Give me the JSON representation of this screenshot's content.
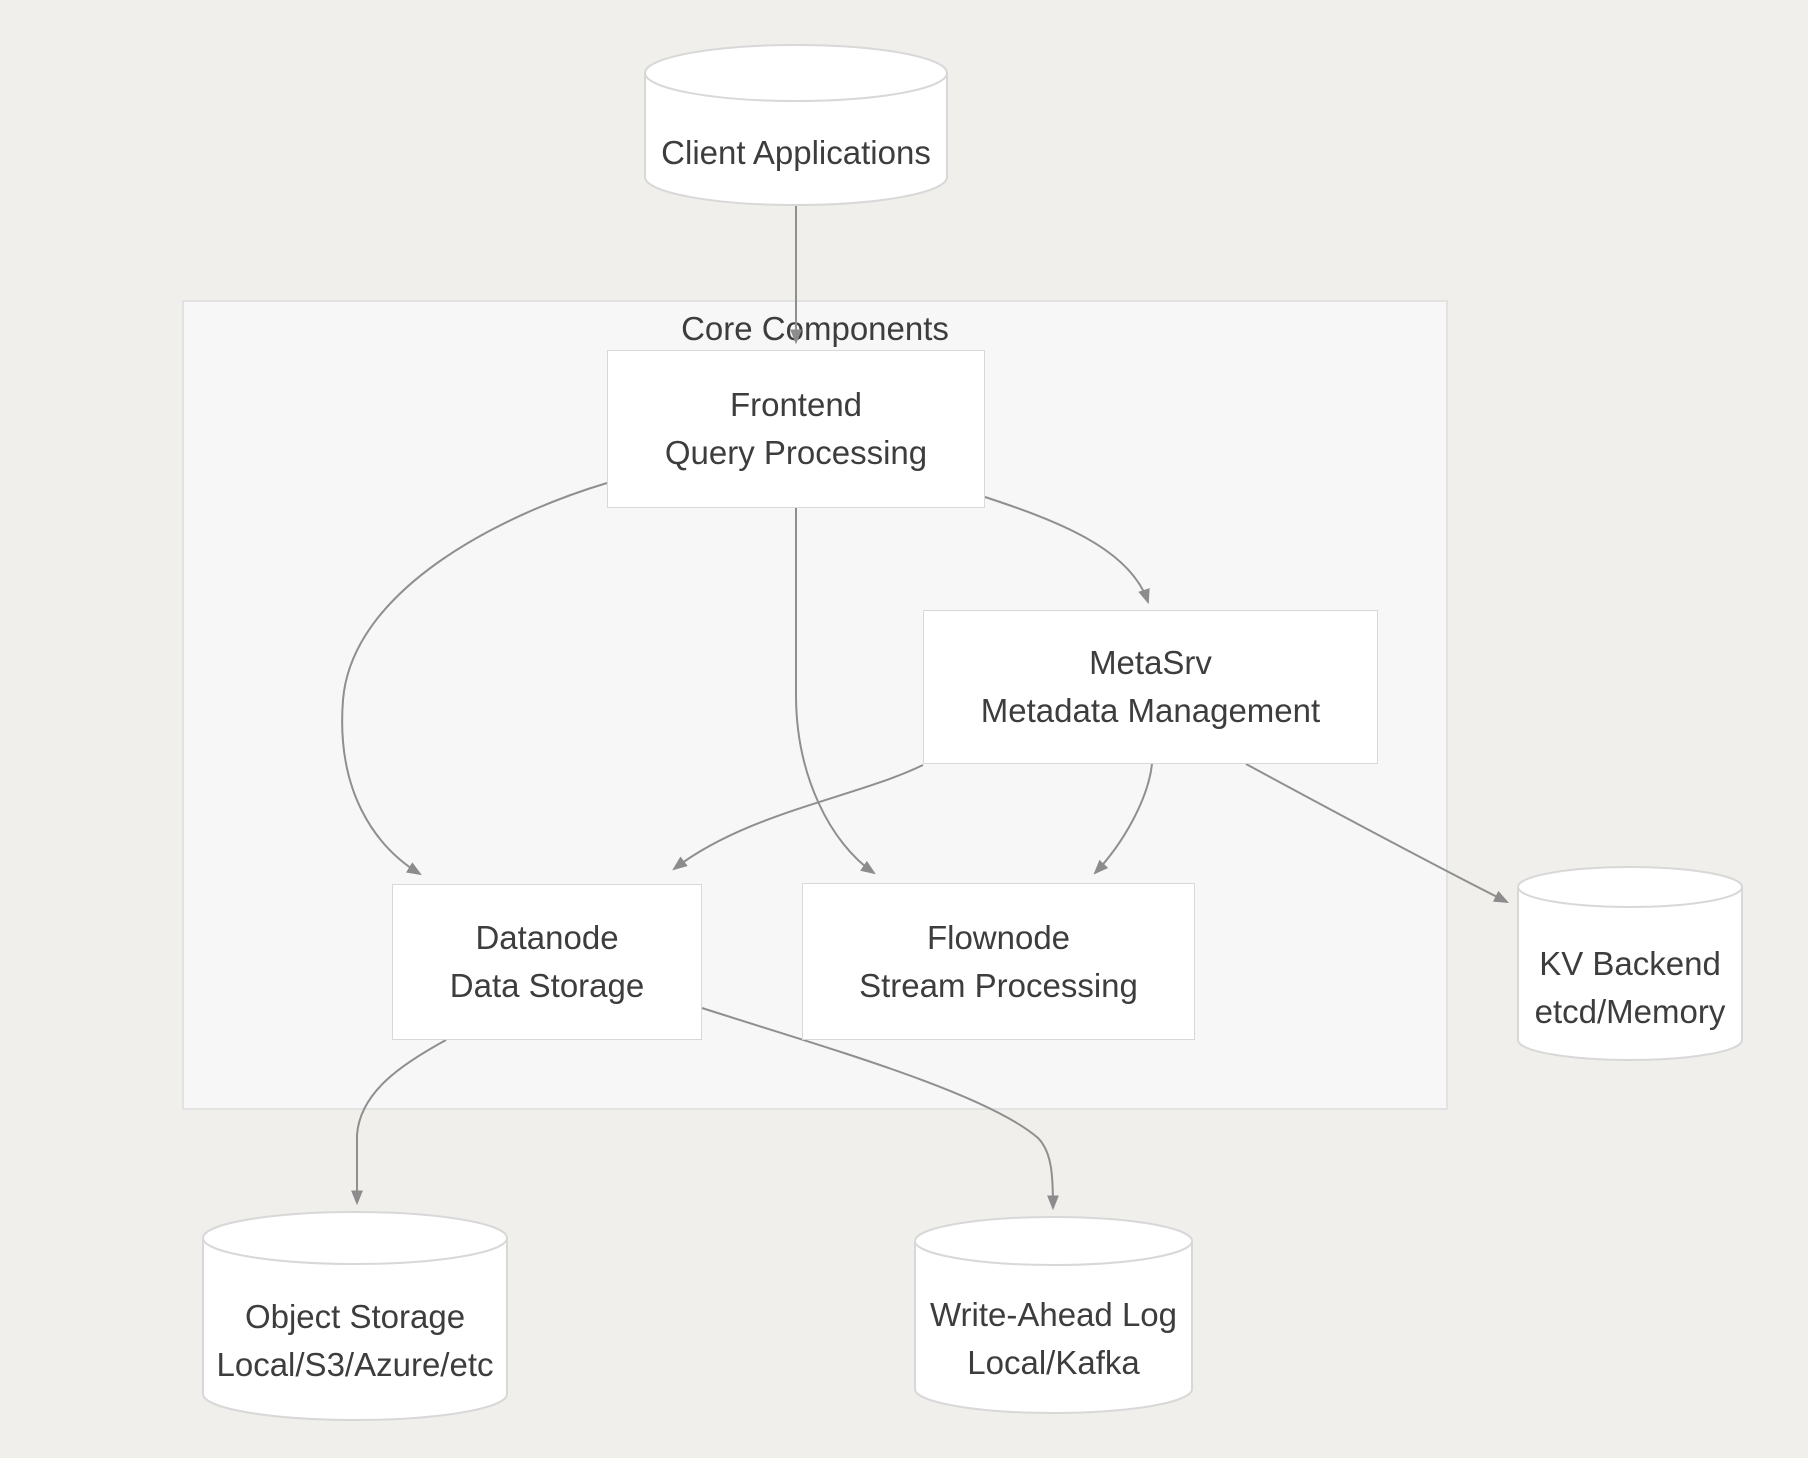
{
  "group": {
    "label": "Core Components"
  },
  "nodes": {
    "client": {
      "label": "Client Applications"
    },
    "frontend": {
      "title": "Frontend",
      "subtitle": "Query Processing"
    },
    "metasrv": {
      "title": "MetaSrv",
      "subtitle": "Metadata Management"
    },
    "datanode": {
      "title": "Datanode",
      "subtitle": "Data Storage"
    },
    "flownode": {
      "title": "Flownode",
      "subtitle": "Stream Processing"
    },
    "kv": {
      "title": "KV Backend",
      "subtitle": "etcd/Memory"
    },
    "objectstorage": {
      "title": "Object Storage",
      "subtitle": "Local/S3/Azure/etc"
    },
    "wal": {
      "title": "Write-Ahead Log",
      "subtitle": "Local/Kafka"
    }
  },
  "edges": [
    {
      "from": "Client Applications",
      "to": "Frontend"
    },
    {
      "from": "Frontend",
      "to": "Datanode"
    },
    {
      "from": "Frontend",
      "to": "Flownode"
    },
    {
      "from": "Frontend",
      "to": "MetaSrv"
    },
    {
      "from": "MetaSrv",
      "to": "Datanode"
    },
    {
      "from": "MetaSrv",
      "to": "Flownode"
    },
    {
      "from": "MetaSrv",
      "to": "KV Backend"
    },
    {
      "from": "Datanode",
      "to": "Object Storage"
    },
    {
      "from": "Datanode",
      "to": "Write-Ahead Log"
    }
  ],
  "colors": {
    "canvas": "#f0efeb",
    "group_fill": "#f7f7f7",
    "group_border": "#e2e2e2",
    "node_fill": "#ffffff",
    "node_border": "#d8d8d8",
    "edge": "#8f8f8f",
    "text": "#3d3d3d"
  }
}
